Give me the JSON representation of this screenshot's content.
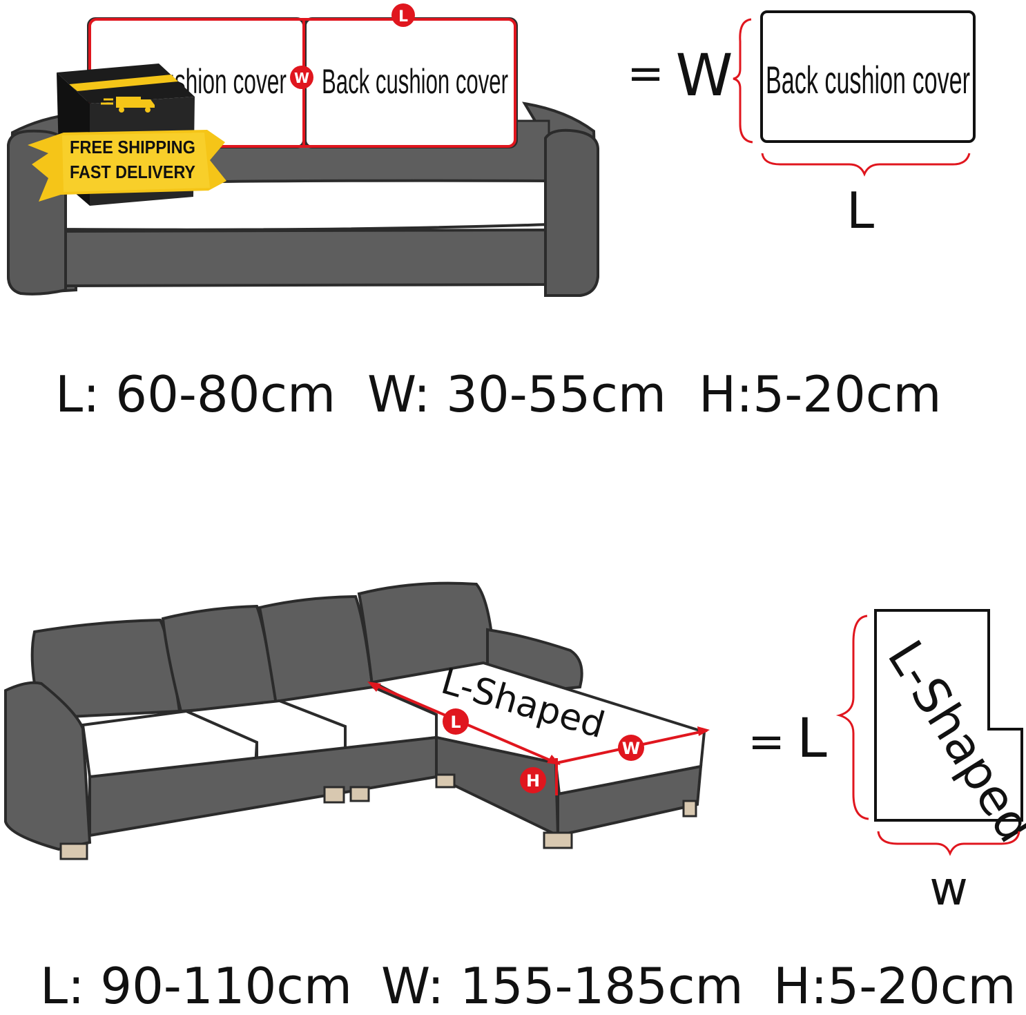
{
  "top_section": {
    "cushion_label_left": "Back cushion cover",
    "cushion_label_right": "Back cushion cover",
    "marker_length": "L",
    "marker_width": "W",
    "equals": "=",
    "diagram_width_letter": "W",
    "diagram_length_letter": "L",
    "diagram_box_label": "Back cushion cover",
    "dimensions": {
      "length": "L: 60-80cm",
      "width": "W: 30-55cm",
      "height": "H:5-20cm"
    }
  },
  "badge": {
    "line1": "FREE SHIPPING",
    "line2": "FAST DELIVERY",
    "icon": "delivery-truck-icon"
  },
  "bottom_section": {
    "chaise_label": "L-Shaped",
    "marker_length": "L",
    "marker_width": "W",
    "marker_height": "H",
    "equals": "=",
    "diagram_length_letter": "L",
    "diagram_width_letter": "w",
    "diagram_box_label": "L-Shaped",
    "dimensions": {
      "length": "L: 90-110cm",
      "width": "W: 155-185cm",
      "height": "H:5-20cm"
    }
  },
  "colors": {
    "sofa_gray": "#5e5e5e",
    "outline": "#2b2b2b",
    "accent_red": "#e0161e",
    "badge_gold": "#f5c518",
    "badge_box": "#1c1c1c",
    "leg_tan": "#d8c8b0"
  }
}
